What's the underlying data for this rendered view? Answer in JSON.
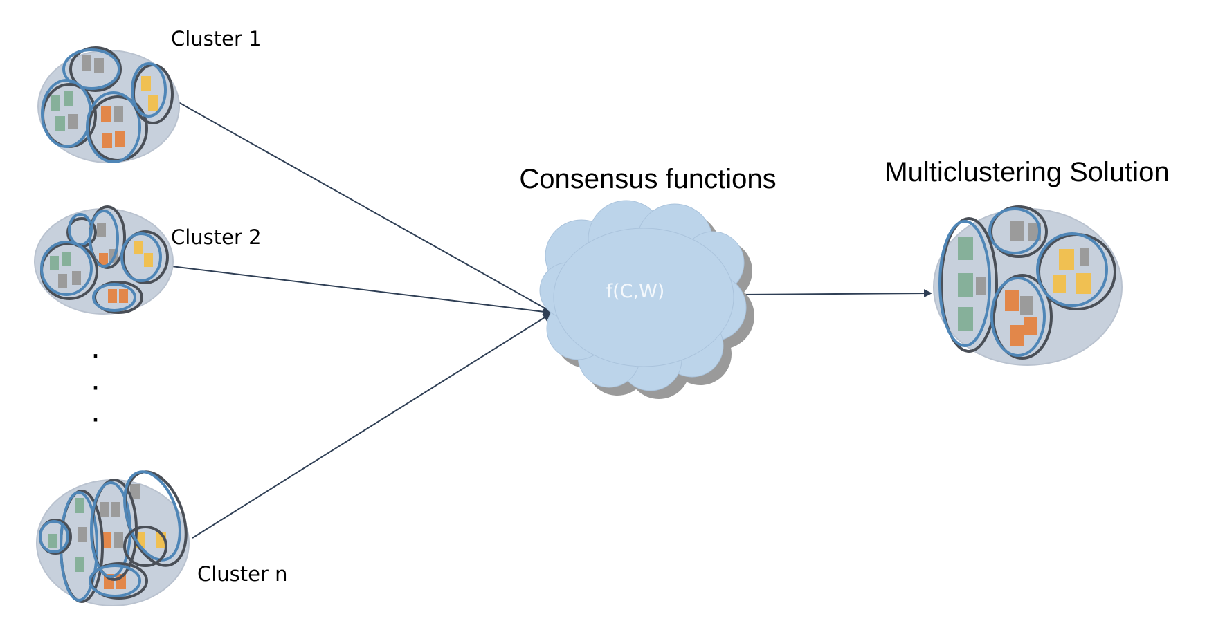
{
  "labels": {
    "cluster_1": "Cluster 1",
    "cluster_2": "Cluster 2",
    "cluster_n": "Cluster n",
    "consensus": "Consensus functions",
    "function": "f(C,W)",
    "solution": "Multiclustering Solution",
    "ellipsis": [
      "·",
      "·",
      "·"
    ]
  },
  "colors": {
    "blob_fill": "#c7d0dc",
    "blue_ring": "#4f86b7",
    "dark_ring": "#4a4f57",
    "green": "#86b09a",
    "grey": "#9b9b9b",
    "orange": "#e2874a",
    "yellow": "#f0c052",
    "cloud_fill": "#bcd4ea",
    "cloud_shadow": "#9a9a9a",
    "arrow": "#2f3f55"
  }
}
